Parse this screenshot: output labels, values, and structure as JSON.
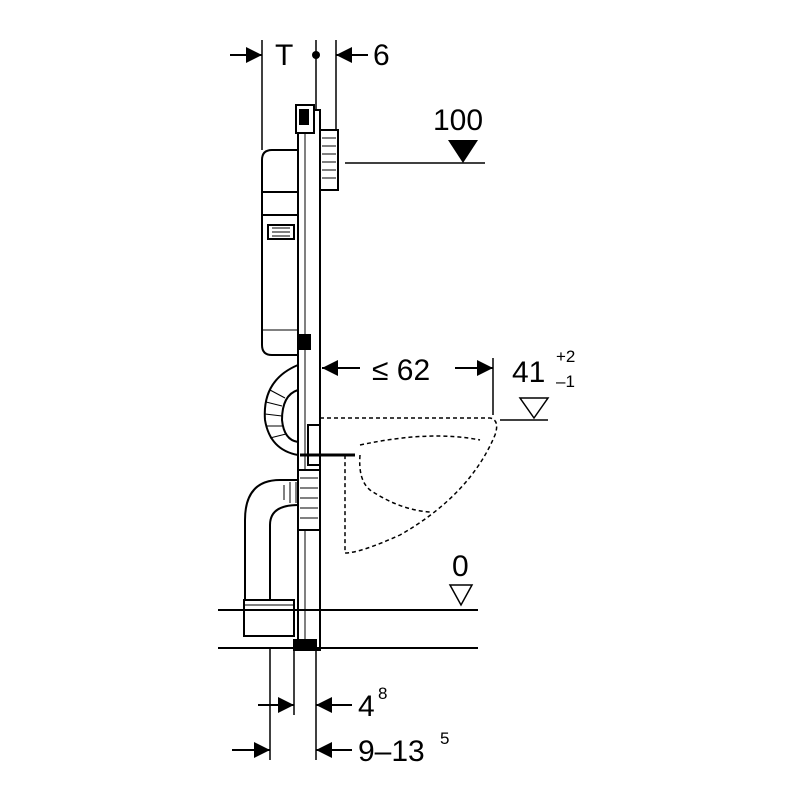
{
  "dimensions": {
    "wall_depth": "T",
    "frame_offset": "6",
    "flush_height": "100",
    "bowl_projection": "≤ 62",
    "bowl_height": "41",
    "bowl_height_tol_plus": "+2",
    "bowl_height_tol_minus": "–1",
    "floor_level": "0",
    "leg_depth": "4",
    "leg_depth_sup": "8",
    "slab_range": "9–13",
    "slab_range_sup": "5"
  },
  "colors": {
    "line": "#000000",
    "background": "#ffffff"
  }
}
